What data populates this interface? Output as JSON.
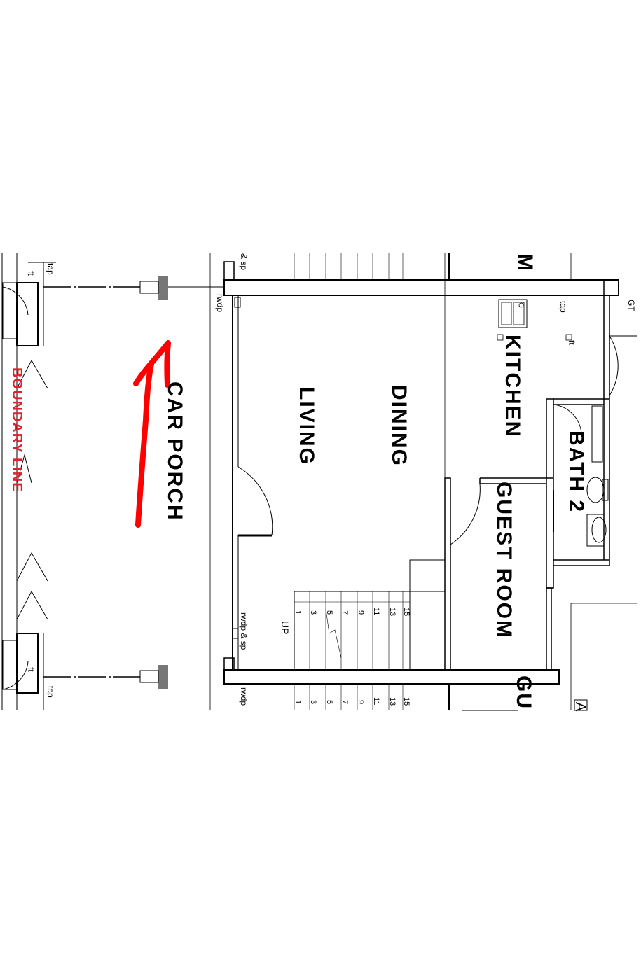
{
  "rooms": {
    "car_porch": "CAR PORCH",
    "living": "LIVING",
    "dining": "DINING",
    "kitchen": "KITCHEN",
    "bath2": "BATH 2",
    "guest_room": "GUEST ROOM",
    "boundary": "BOUNDARY LINE",
    "partial_top": "M",
    "partial_bottom": "GU",
    "partial_corner": "A"
  },
  "annotations": {
    "tap": "tap",
    "ft": "ft",
    "rwdp": "rwdp",
    "rwdp_sp": "rwdp & sp",
    "sp": "& sp",
    "gt": "GT",
    "up": "UP"
  },
  "stair_numbers": [
    "1",
    "3",
    "5",
    "7",
    "9",
    "11",
    "13",
    "15"
  ],
  "colors": {
    "line": "#000000",
    "boundary": "#e0202a",
    "arrow": "#ff0000",
    "post": "#777777"
  }
}
